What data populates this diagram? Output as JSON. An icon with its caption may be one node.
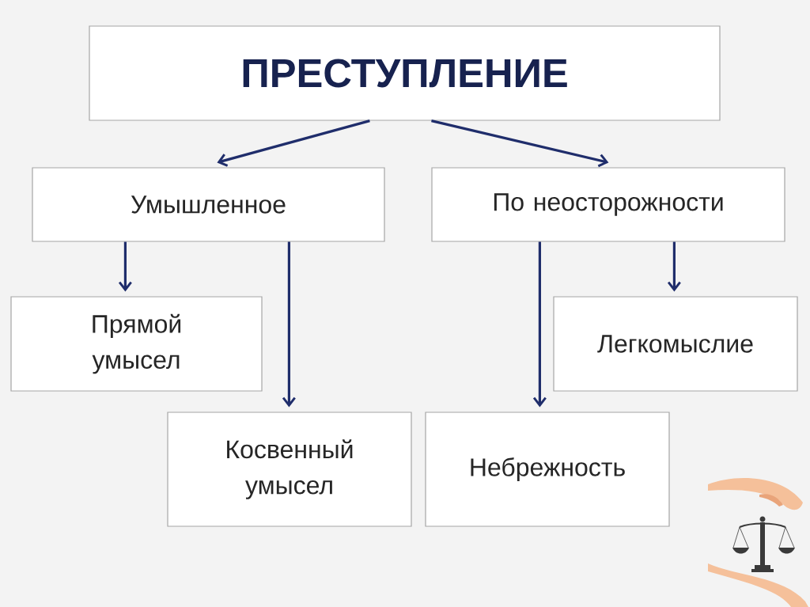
{
  "diagram": {
    "nodes": [
      {
        "text": [
          "ПРЕСТУПЛЕНИЕ"
        ]
      },
      {
        "text": [
          "Умышленное"
        ]
      },
      {
        "text": [
          "По неосторожности"
        ]
      },
      {
        "text": [
          "Прямой умысел"
        ]
      },
      {
        "text": [
          "Косвенный умысел"
        ]
      },
      {
        "text": [
          "Легкомыслие"
        ]
      },
      {
        "text": [
          "Небрежность"
        ]
      }
    ],
    "edges": [
      {
        "from": 0,
        "to": 1,
        "arrow": "to"
      },
      {
        "from": 0,
        "to": 2,
        "arrow": "to"
      },
      {
        "from": 1,
        "to": 3,
        "arrow": "to"
      },
      {
        "from": 1,
        "to": 4,
        "arrow": "to"
      },
      {
        "from": 2,
        "to": 6,
        "arrow": "to"
      },
      {
        "from": 2,
        "to": 5,
        "arrow": "to"
      }
    ]
  }
}
